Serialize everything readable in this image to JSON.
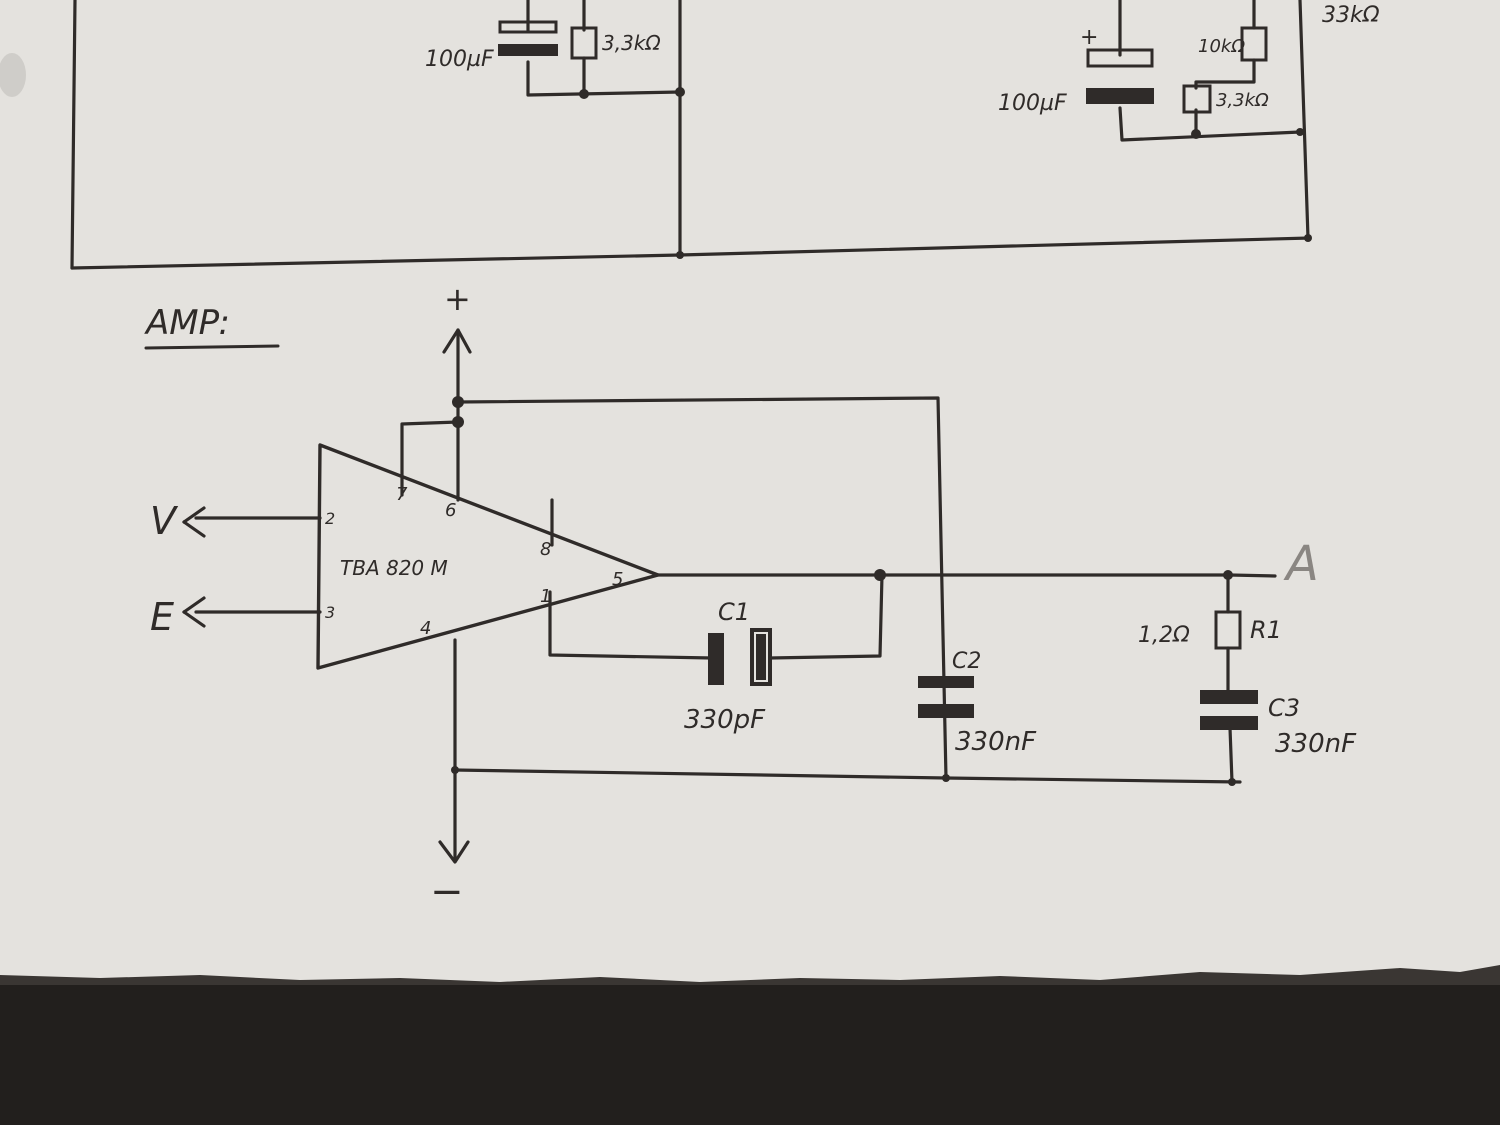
{
  "sheet": {
    "paper_color": "#e6e4e0",
    "ink_color": "#2f2b29",
    "background_color": "#221f1d"
  },
  "top_circuit": {
    "left_block": {
      "capacitor_label": "100µF",
      "resistor_label": "3,3kΩ"
    },
    "right_block": {
      "capacitor_label": "100µF",
      "resistor_top_label": "10kΩ",
      "resistor_bottom_label": "3,3kΩ",
      "corner_label": "33kΩ",
      "plus_sign": "+"
    }
  },
  "amp": {
    "heading": "AMP:",
    "ic_label": "TBA 820 M",
    "pins": [
      "2",
      "3",
      "4",
      "5",
      "6",
      "7",
      "8",
      "1"
    ],
    "supply_plus": "+",
    "supply_minus": "−",
    "input_v": "V",
    "input_e": "E",
    "output": "A",
    "c1_name": "C1",
    "c1_value": "330pF",
    "c2_name": "C2",
    "c2_value": "330nF",
    "c3_name": "C3",
    "c3_value": "330nF",
    "r1_name": "R1",
    "r1_value": "1,2Ω"
  }
}
